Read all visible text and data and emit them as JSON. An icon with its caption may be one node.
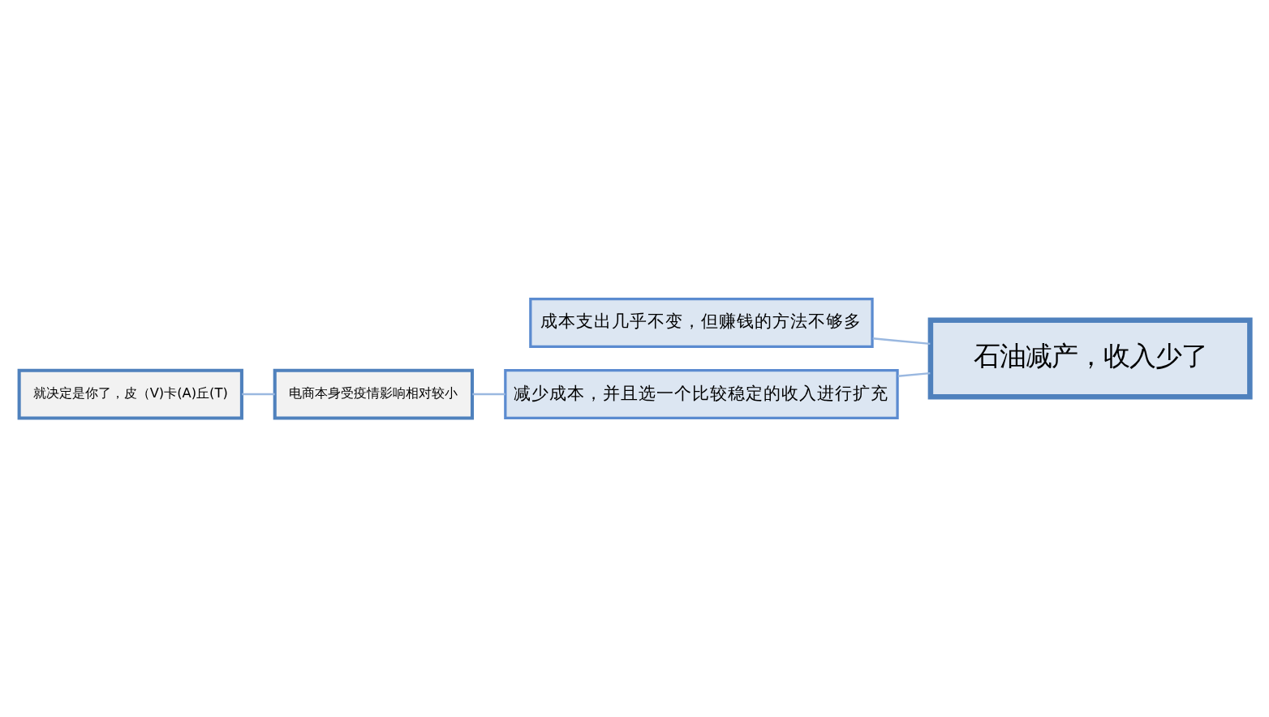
{
  "diagram": {
    "nodes": [
      {
        "text": [
          "石油减产，收入少了"
        ]
      },
      {
        "text": [
          "成本支出几乎不变，但赚钱的方法不够多"
        ]
      },
      {
        "text": [
          "减少成本，并且选一个比较稳定的收入进行扩充"
        ]
      },
      {
        "text": [
          "电商本身受疫情影响相对较小"
        ]
      },
      {
        "text": [
          "就决定是你了，皮（V)卡(A)丘(T)"
        ]
      }
    ],
    "edges": [
      {
        "from": 0,
        "to": 1,
        "arrow": "none"
      },
      {
        "from": 0,
        "to": 2,
        "arrow": "none"
      },
      {
        "from": 2,
        "to": 3,
        "arrow": "none"
      },
      {
        "from": 3,
        "to": 4,
        "arrow": "none"
      }
    ]
  }
}
